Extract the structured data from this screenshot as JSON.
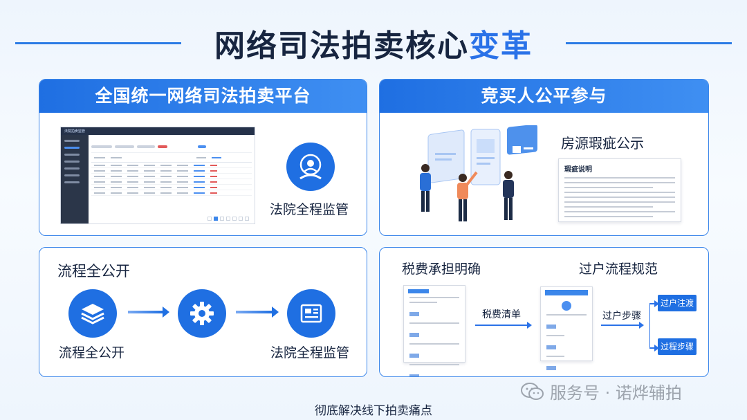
{
  "title": {
    "main": "网络司法拍卖核心",
    "accent": "变革"
  },
  "card_top_left": {
    "heading": "全国统一网络司法拍卖平台",
    "dashboard_brand": "法院拍卖监管",
    "icon": "court-supervision-icon",
    "label": "法院全程监管"
  },
  "card_top_right": {
    "heading": "竞买人公平参与",
    "subtitle": "房源瑕疵公示",
    "doc_title": "瑕疵说明"
  },
  "card_bottom_left": {
    "title": "流程全公开",
    "steps": [
      {
        "icon": "layers-icon",
        "label": "流程全公开"
      },
      {
        "icon": "gear-icon",
        "label": ""
      },
      {
        "icon": "document-board-icon",
        "label": "法院全程监管"
      }
    ]
  },
  "card_bottom_right": {
    "tax_title": "税费承担明确",
    "transfer_title": "过户流程规范",
    "tax_arrow_label": "税费清单",
    "transfer_arrow_label": "过户步骤",
    "buttons": [
      "过户注渡",
      "过程步骤"
    ]
  },
  "footer": "彻底解决线下拍卖痛点",
  "watermark": "服务号 · 诺烨辅拍",
  "colors": {
    "accent": "#1f6fe2",
    "title": "#172540"
  }
}
